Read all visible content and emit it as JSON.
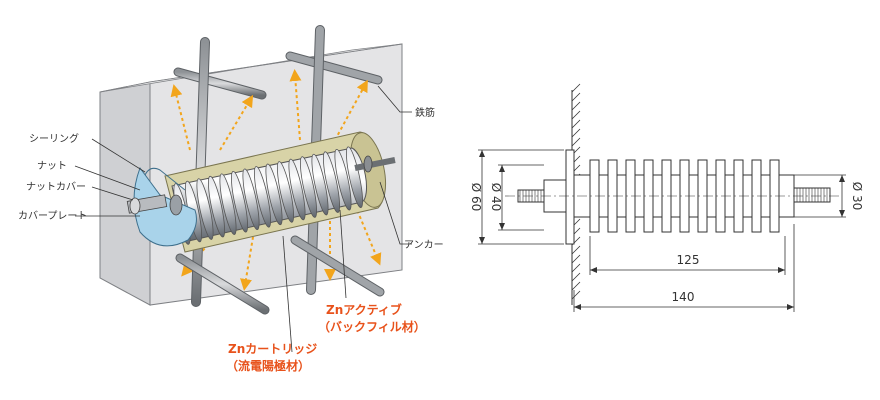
{
  "left_diagram": {
    "labels": {
      "sealing": "シーリング",
      "nut": "ナット",
      "nut_cover": "ナットカバー",
      "cover_plate": "カバープレート",
      "rebar": "鉄筋",
      "anchor": "アンカー"
    },
    "highlights": {
      "zn_active_line1": "Znアクティブ",
      "zn_active_line2": "（バックフィル材）",
      "zn_cartridge_line1": "Znカートリッジ",
      "zn_cartridge_line2": "（流電陽極材）"
    },
    "colors": {
      "highlight": "#e8521b",
      "arrow": "#f2a51c",
      "backfill": "#d8d3a7",
      "cover_plate": "#a9d3ea",
      "wall": "#e4e4e6"
    }
  },
  "right_diagram": {
    "dimensions": {
      "dia60": "Ø 60",
      "dia40": "Ø 40",
      "dia30": "Ø 30",
      "len125": "125",
      "len140": "140"
    }
  }
}
